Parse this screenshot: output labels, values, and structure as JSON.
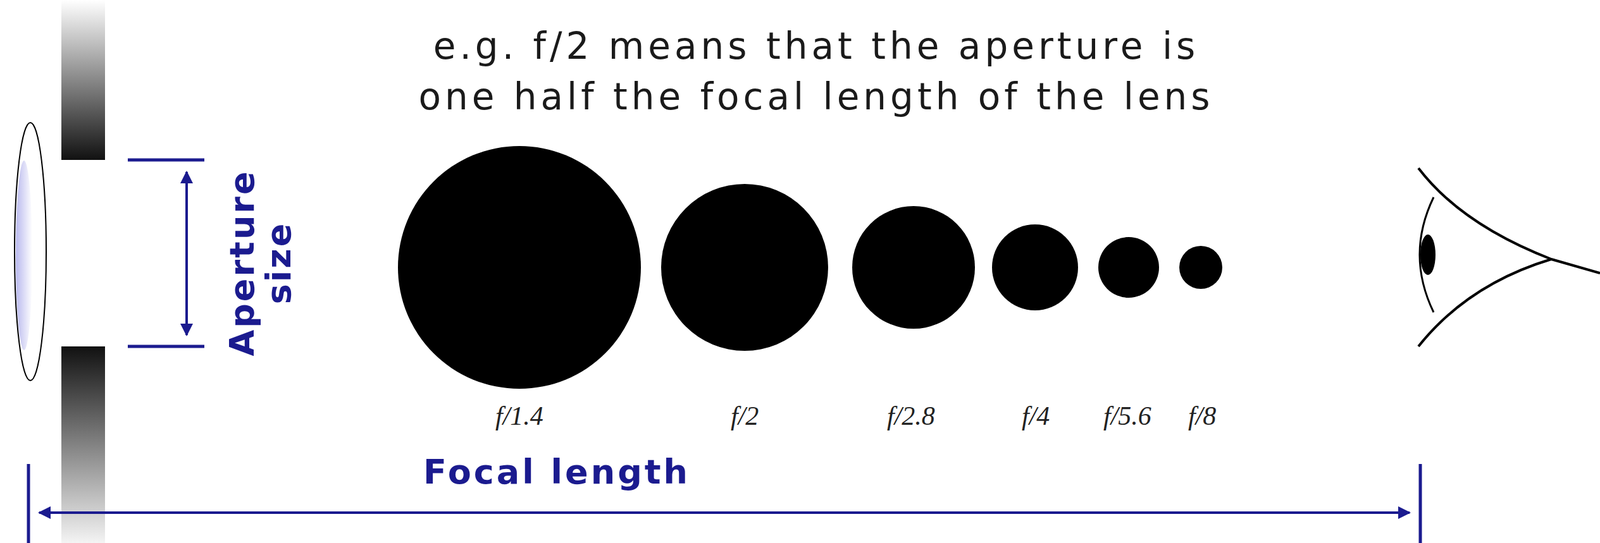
{
  "diagram": {
    "title": "e.g. f/2 means that the aperture is one half the focal length of the lens",
    "labels": [
      "Aperture size",
      "f/1.4",
      "f/2",
      "f/2.8",
      "f/4",
      "f/5.6",
      "f/8",
      "Focal length"
    ]
  }
}
